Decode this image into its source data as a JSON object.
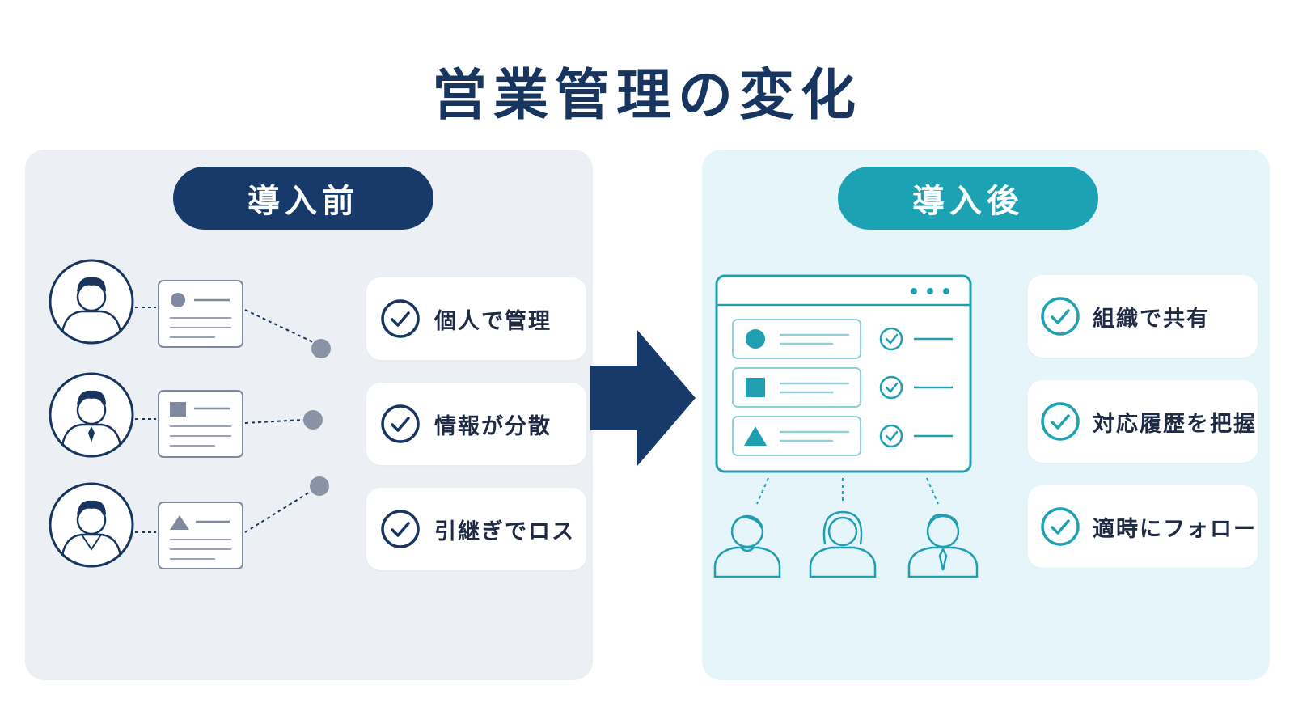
{
  "title": "営業管理の変化",
  "before": {
    "label": "導入前",
    "items": [
      "個人で管理",
      "情報が分散",
      "引継ぎでロス"
    ]
  },
  "after": {
    "label": "導入後",
    "items": [
      "組織で共有",
      "対応履歴を把握",
      "適時にフォロー"
    ]
  },
  "colors": {
    "navy": "#173a6b",
    "teal": "#1da2b4",
    "before_bg": "#eceff4",
    "after_bg": "#e6f5f9"
  }
}
